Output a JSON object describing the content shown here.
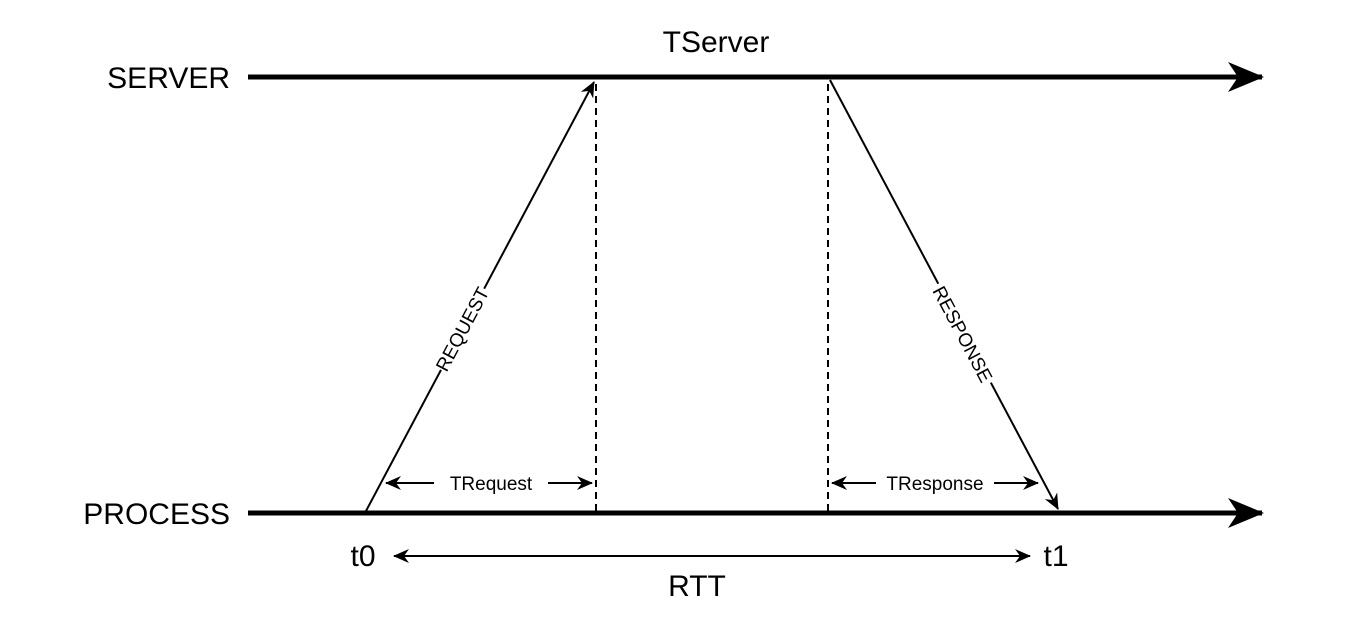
{
  "diagram": {
    "lanes": {
      "server_label": "SERVER",
      "process_label": "PROCESS"
    },
    "server_duration_label": "TServer",
    "request_label": "REQUEST",
    "response_label": "RESPONSE",
    "request_interval_label": "TRequest",
    "response_interval_label": "TResponse",
    "start_time_label": "t0",
    "end_time_label": "t1",
    "round_trip_label": "RTT",
    "colors": {
      "stroke": "#000000",
      "background": "#ffffff"
    }
  }
}
